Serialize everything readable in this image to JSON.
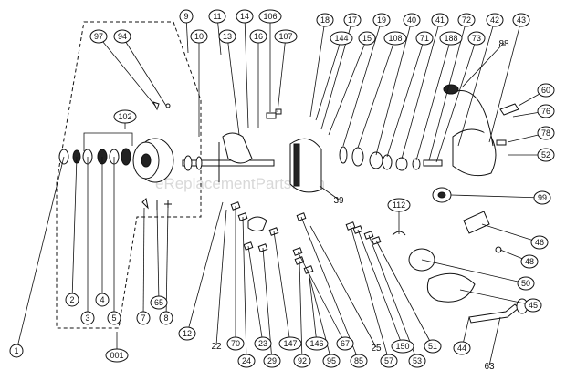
{
  "watermark": "eReplacementParts.com",
  "colors": {
    "ink": "#111111",
    "paper": "#ffffff",
    "watermark": "#d8d8d8"
  },
  "labels": [
    "9",
    "11",
    "14",
    "106",
    "10",
    "13",
    "16",
    "107",
    "18",
    "144",
    "17",
    "15",
    "19",
    "108",
    "40",
    "71",
    "41",
    "188",
    "72",
    "73",
    "42",
    "43",
    "88",
    "97",
    "94",
    "102",
    "60",
    "76",
    "78",
    "52",
    "99",
    "112",
    "46",
    "48",
    "50",
    "45",
    "1",
    "2",
    "4",
    "3",
    "5",
    "7",
    "65",
    "8",
    "001",
    "12",
    "22",
    "70",
    "24",
    "23",
    "29",
    "147",
    "92",
    "146",
    "95",
    "67",
    "85",
    "25",
    "57",
    "150",
    "53",
    "51",
    "44",
    "63",
    "39"
  ]
}
